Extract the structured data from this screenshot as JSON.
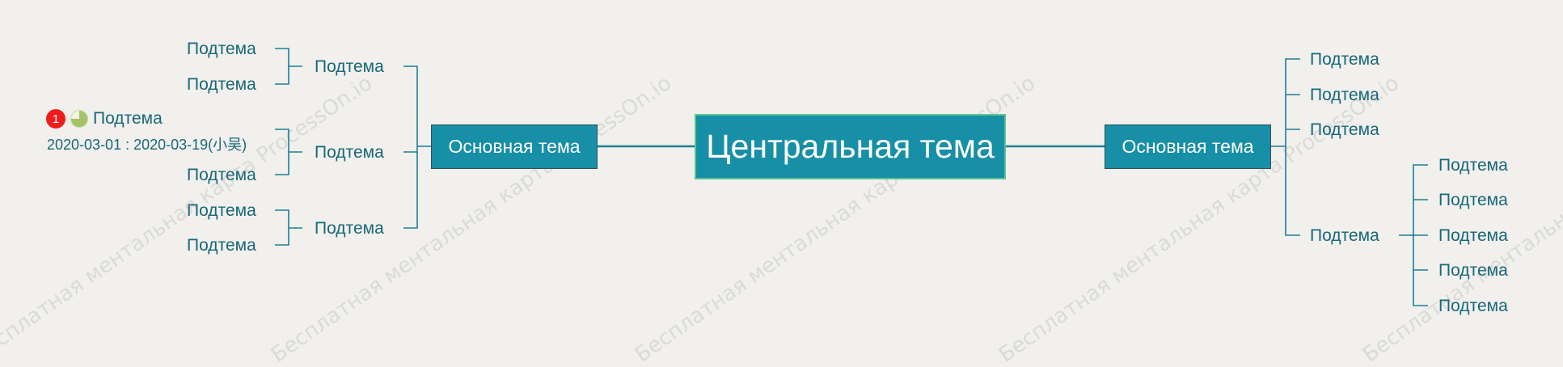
{
  "central_topic": "Центральная тема",
  "left_branch": {
    "main_topic": "Основная тема",
    "subtopics": [
      {
        "label": "Подтема",
        "children": [
          "Подтема",
          "Подтема"
        ]
      },
      {
        "label": "Подтема",
        "children": [
          "Подтема",
          "Подтема"
        ],
        "first_child_task": {
          "priority": "1",
          "priority_color": "#ef1c1c",
          "progress": 0.75,
          "dates": "2020-03-01 : 2020-03-19(小吴)"
        }
      },
      {
        "label": "Подтема",
        "children": [
          "Подтема",
          "Подтема"
        ]
      }
    ]
  },
  "right_branch": {
    "main_topic": "Основная тема",
    "subtopics": [
      {
        "label": "Подтема"
      },
      {
        "label": "Подтема"
      },
      {
        "label": "Подтема"
      },
      {
        "label": "Подтема",
        "children": [
          "Подтема",
          "Подтема",
          "Подтема",
          "Подтема",
          "Подтема"
        ]
      }
    ]
  },
  "watermark_text": "Бесплатная ментальная карта ProcessOn.io",
  "colors": {
    "background": "#f1f0ec",
    "topic_fill": "#178fa6",
    "central_border": "#5cc48f",
    "line": "#1d7f93",
    "text": "#18677a"
  }
}
